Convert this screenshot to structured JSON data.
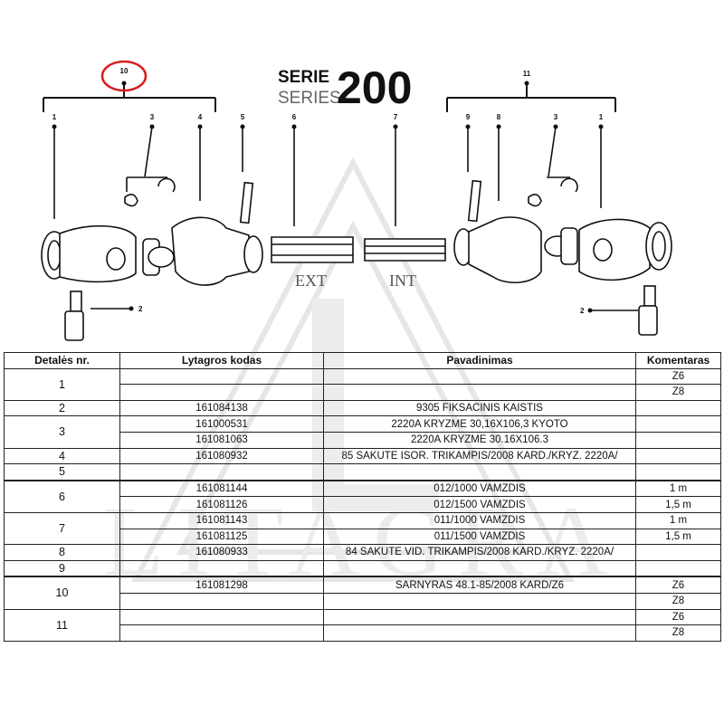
{
  "header": {
    "serie_label": "SERIE",
    "series_label": "SERIES",
    "series_number": "200"
  },
  "watermark": {
    "text": "LITAGRA",
    "color": "#e6e6e6"
  },
  "diagram": {
    "callouts_left": [
      "10",
      "1",
      "3",
      "4",
      "5",
      "2"
    ],
    "callouts_center": [
      "6",
      "7"
    ],
    "callouts_right": [
      "11",
      "9",
      "8",
      "3",
      "1",
      "2"
    ],
    "tube_ext_label": "EXT",
    "tube_int_label": "INT",
    "highlight_color": "#d81e1e"
  },
  "table": {
    "headers": [
      "Detalės nr.",
      "Lytagros kodas",
      "Pavadinimas",
      "Komentaras"
    ],
    "groups": [
      {
        "no": "1",
        "rows": [
          {
            "code": "",
            "name": "",
            "comment": "Z6"
          },
          {
            "code": "",
            "name": "",
            "comment": "Z8"
          }
        ]
      },
      {
        "no": "2",
        "rows": [
          {
            "code": "161084138",
            "name": "9305 FIKSACINIS KAISTIS",
            "comment": ""
          }
        ]
      },
      {
        "no": "3",
        "rows": [
          {
            "code": "161000531",
            "name": "2220A KRYZME 30,16X106,3 KYOTO",
            "comment": ""
          },
          {
            "code": "161081063",
            "name": "2220A KRYZME 30.16X106.3",
            "comment": ""
          }
        ]
      },
      {
        "no": "4",
        "rows": [
          {
            "code": "161080932",
            "name": "85 SAKUTE ISOR. TRIKAMPIS/2008 KARD./KRYZ. 2220A/",
            "comment": ""
          }
        ]
      },
      {
        "no": "5",
        "rows": [
          {
            "code": "",
            "name": "",
            "comment": ""
          }
        ]
      },
      {
        "no": "6",
        "rows": [
          {
            "code": "161081144",
            "name": "012/1000 VAMZDIS",
            "comment": "1 m"
          },
          {
            "code": "161081126",
            "name": "012/1500 VAMZDIS",
            "comment": "1,5 m"
          }
        ]
      },
      {
        "no": "7",
        "rows": [
          {
            "code": "161081143",
            "name": "011/1000 VAMZDIS",
            "comment": "1 m"
          },
          {
            "code": "161081125",
            "name": "011/1500 VAMZDIS",
            "comment": "1,5 m"
          }
        ]
      },
      {
        "no": "8",
        "rows": [
          {
            "code": "161080933",
            "name": "84 SAKUTE VID. TRIKAMPIS/2008 KARD./KRYZ. 2220A/",
            "comment": ""
          }
        ]
      },
      {
        "no": "9",
        "rows": [
          {
            "code": "",
            "name": "",
            "comment": ""
          }
        ]
      },
      {
        "no": "10",
        "rows": [
          {
            "code": "161081298",
            "name": "SARNYRAS 48.1-85/2008 KARD/Z6",
            "comment": "Z6"
          },
          {
            "code": "",
            "name": "",
            "comment": "Z8"
          }
        ]
      },
      {
        "no": "11",
        "rows": [
          {
            "code": "",
            "name": "",
            "comment": "Z6"
          },
          {
            "code": "",
            "name": "",
            "comment": "Z8"
          }
        ]
      }
    ]
  }
}
